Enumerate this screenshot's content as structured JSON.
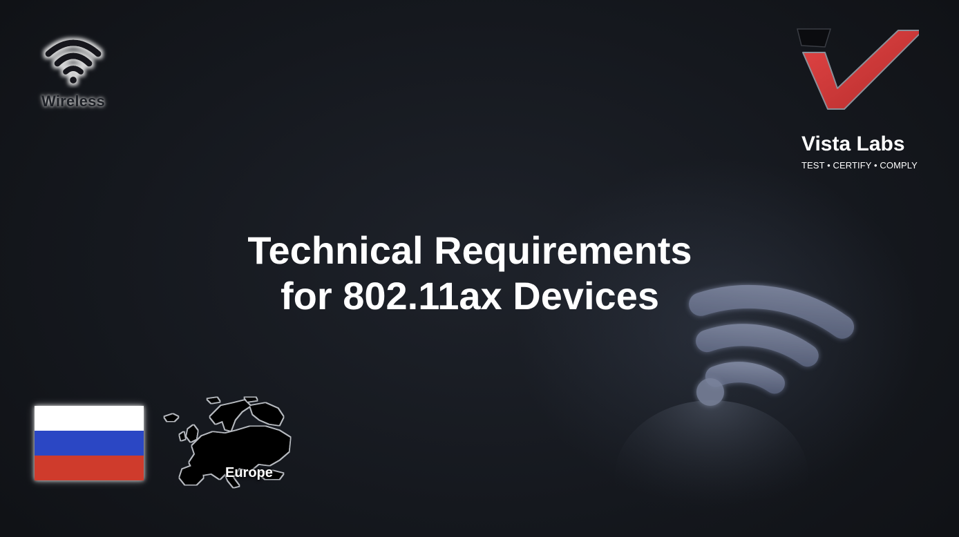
{
  "slide": {
    "title_line1": "Technical Requirements",
    "title_line2": "for 802.11ax Devices"
  },
  "wireless_badge": {
    "icon": "wifi-icon",
    "label": "Wireless"
  },
  "brand": {
    "name": "Vista Labs",
    "tagline": "TEST • CERTIFY • COMPLY",
    "accent_color": "#d83a3a"
  },
  "flag": {
    "country": "Russia",
    "colors": [
      "#ffffff",
      "#2b47c4",
      "#cf3b2c"
    ]
  },
  "region": {
    "icon": "europe-map-icon",
    "label": "Europe"
  },
  "background": {
    "icon": "wifi-icon",
    "color": "#15181e"
  }
}
